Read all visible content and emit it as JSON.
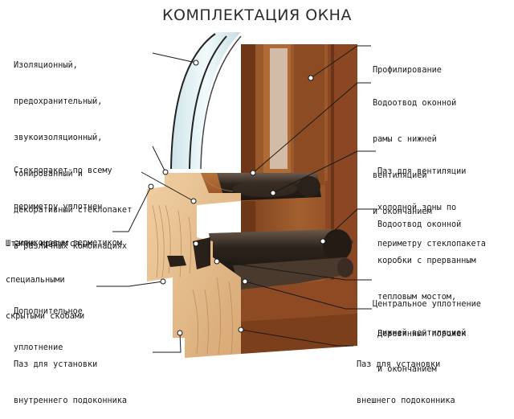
{
  "title": "КОМПЛЕКТАЦИЯ ОКНА",
  "left_labels": [
    {
      "key": "glass",
      "lines": [
        "Изоляционный,",
        "предохранительный,",
        "звукоизоляционный,",
        "тонированный и",
        "декоративный стеклопакет",
        "в различных комбинациях"
      ]
    },
    {
      "key": "seal_glass",
      "lines": [
        "Стеклопакет по всему",
        "периметру уплотнен",
        "силиконовым герметиком"
      ]
    },
    {
      "key": "bead",
      "lines": [
        "Штапик крепится",
        "специальными",
        "скрытыми скобами"
      ]
    },
    {
      "key": "extra_seal",
      "lines": [
        "Дополнительное",
        "уплотнение"
      ]
    },
    {
      "key": "sill_in",
      "lines": [
        "Паз для установки",
        "внутреннего подоконника"
      ]
    }
  ],
  "right_labels": [
    {
      "key": "profile",
      "lines": [
        "Профилирование"
      ]
    },
    {
      "key": "drain_sash",
      "lines": [
        "Водоотвод оконной",
        "рамы с нижней",
        "вентиляцией",
        "и окончанием"
      ]
    },
    {
      "key": "vent_groove",
      "lines": [
        "Паз для вентиляции",
        "холодной зоны по",
        "периметру стеклопакета"
      ]
    },
    {
      "key": "drain_box",
      "lines": [
        "Водоотвод оконной",
        "коробки с прерванным",
        "тепловым мостом,",
        "нижней вентиляцией",
        "и окончанием"
      ]
    },
    {
      "key": "center_seal",
      "lines": [
        "Центральное уплотнение"
      ]
    },
    {
      "key": "threshold",
      "lines": [
        "Деревянный порожек"
      ]
    },
    {
      "key": "sill_out",
      "lines": [
        "Паз для установки",
        "внешнего подоконника"
      ]
    }
  ],
  "colors": {
    "wood_dark": "#8a4a22",
    "wood_mid": "#a5602f",
    "wood_light": "#e3b98a",
    "aluminium": "#3b2e26",
    "glass": "#d9ecef",
    "leader": "#1a1a1a"
  }
}
